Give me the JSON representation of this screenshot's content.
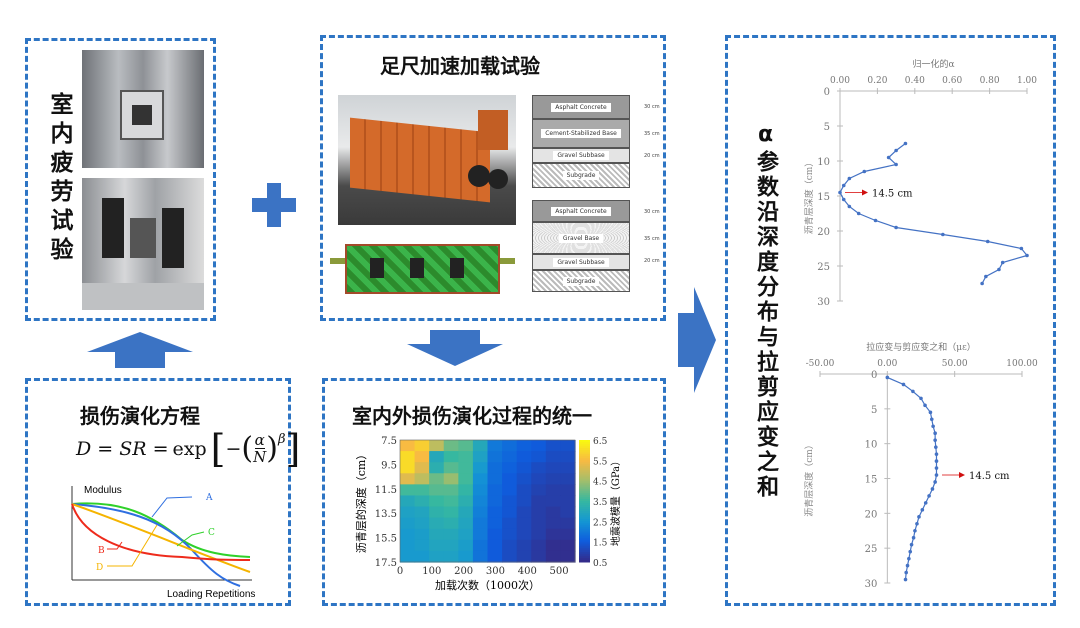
{
  "panels": {
    "fatigue": {
      "title": "室内疲劳试验"
    },
    "full_scale": {
      "title": "足尺加速加载试验",
      "structure_1": {
        "layers": [
          "Asphalt Concrete",
          "Cement-Stabilized Base",
          "Gravel Subbase",
          "Subgrade"
        ],
        "thickness": [
          "30 cm",
          "35 cm",
          "20 cm"
        ]
      },
      "structure_2": {
        "layers": [
          "Asphalt Concrete",
          "Gravel Base",
          "Gravel Subbase",
          "Subgrade"
        ],
        "thickness": [
          "30 cm",
          "35 cm",
          "20 cm"
        ]
      }
    },
    "damage_eq": {
      "title": "损伤演化方程",
      "equation": {
        "lhs": "D = SR = ",
        "exp": "exp",
        "minus": "−",
        "num": "α",
        "den": "N",
        "power": "β"
      },
      "modulus_chart": {
        "ylabel": "Modulus",
        "xlabel": "Loading Repetitions",
        "curves": [
          "A",
          "B",
          "C",
          "D"
        ],
        "colors": {
          "A": "#2f6fe0",
          "B": "#ee2b1c",
          "C": "#2fd12a",
          "D": "#f5b400"
        }
      }
    },
    "unify": {
      "title": "室内外损伤演化过程的统一"
    },
    "right": {
      "title": "α参数沿深度分布与拉剪应变之和"
    }
  },
  "chart_data": [
    {
      "type": "heatmap",
      "xlabel": "加载次数（1000次）",
      "ylabel": "沥青层的深度（cm）",
      "colorbar_label": "地震波模量（GPa）",
      "x": [
        0,
        50,
        100,
        150,
        200,
        250,
        300,
        350,
        400,
        450,
        500,
        550
      ],
      "y": [
        7.5,
        8.5,
        9.5,
        10.5,
        11.5,
        12.5,
        13.5,
        14.5,
        15.5,
        16.5,
        17.5
      ],
      "x_ticks": [
        "0",
        "100",
        "200",
        "300",
        "400",
        "500"
      ],
      "y_ticks": [
        "7.5",
        "9.5",
        "11.5",
        "13.5",
        "15.5",
        "17.5"
      ],
      "colorbar_ticks": [
        "6.5",
        "5.5",
        "4.5",
        "3.5",
        "2.5",
        "1.5",
        "0.5"
      ],
      "clim": [
        0.5,
        6.5
      ],
      "values": [
        [
          5.5,
          5.8,
          4.8,
          4.0,
          3.8,
          3.0,
          2.0,
          1.8,
          1.6,
          1.5,
          1.3,
          1.3
        ],
        [
          6.0,
          5.5,
          3.0,
          3.5,
          3.6,
          2.8,
          1.9,
          1.7,
          1.5,
          1.4,
          1.2,
          1.2
        ],
        [
          6.0,
          5.2,
          3.2,
          3.8,
          3.6,
          2.6,
          1.8,
          1.6,
          1.4,
          1.2,
          1.1,
          1.1
        ],
        [
          5.2,
          4.8,
          4.0,
          4.4,
          3.6,
          2.4,
          1.8,
          1.5,
          1.3,
          1.1,
          1.0,
          1.0
        ],
        [
          3.6,
          3.6,
          3.8,
          3.8,
          3.4,
          2.3,
          1.7,
          1.5,
          1.2,
          1.0,
          0.9,
          0.9
        ],
        [
          3.0,
          3.2,
          3.5,
          3.6,
          3.2,
          2.2,
          1.7,
          1.4,
          1.2,
          0.9,
          0.9,
          0.9
        ],
        [
          2.8,
          2.9,
          3.3,
          3.4,
          3.0,
          2.1,
          1.6,
          1.4,
          1.1,
          0.9,
          0.8,
          0.9
        ],
        [
          2.7,
          2.8,
          3.1,
          3.2,
          2.9,
          2.0,
          1.6,
          1.3,
          1.1,
          0.9,
          0.8,
          0.8
        ],
        [
          2.6,
          2.7,
          3.0,
          3.0,
          2.8,
          2.0,
          1.5,
          1.3,
          1.1,
          0.9,
          0.7,
          0.7
        ],
        [
          2.6,
          2.7,
          2.9,
          2.9,
          2.7,
          1.9,
          1.5,
          1.2,
          1.0,
          0.8,
          0.6,
          0.6
        ],
        [
          2.6,
          2.6,
          2.8,
          2.8,
          2.6,
          1.9,
          1.5,
          1.2,
          1.0,
          0.8,
          0.6,
          0.6
        ]
      ]
    },
    {
      "type": "line",
      "title": "归一化的α",
      "ylabel": "沥青层深度（cm）",
      "xlim": [
        0,
        1
      ],
      "ylim": [
        0,
        30
      ],
      "x_ticks": [
        "0.00",
        "0.20",
        "0.40",
        "0.60",
        "0.80",
        "1.00"
      ],
      "y_ticks": [
        "0",
        "5",
        "10",
        "15",
        "20",
        "25",
        "30"
      ],
      "annotation": "14.5 cm",
      "series": [
        {
          "name": "alpha",
          "color": "#4472c4",
          "x": [
            0.35,
            0.3,
            0.26,
            0.3,
            0.13,
            0.05,
            0.02,
            0.0,
            0.02,
            0.05,
            0.1,
            0.19,
            0.3,
            0.55,
            0.79,
            0.97,
            1.0,
            0.87,
            0.85,
            0.78,
            0.76
          ],
          "y": [
            7.5,
            8.5,
            9.5,
            10.5,
            11.5,
            12.5,
            13.5,
            14.5,
            15.5,
            16.5,
            17.5,
            18.5,
            19.5,
            20.5,
            21.5,
            22.5,
            23.5,
            24.5,
            25.5,
            26.5,
            27.5
          ]
        }
      ]
    },
    {
      "type": "line",
      "title": "拉应变与剪应变之和（με）",
      "ylabel": "沥青层深度（cm）",
      "xlim": [
        -50,
        100
      ],
      "ylim": [
        0,
        30
      ],
      "x_ticks": [
        "-50.00",
        "0.00",
        "50.00",
        "100.00"
      ],
      "y_ticks": [
        "0",
        "5",
        "10",
        "15",
        "20",
        "25",
        "30"
      ],
      "annotation": "14.5 cm",
      "series": [
        {
          "name": "strain",
          "color": "#4472c4",
          "x": [
            0,
            12,
            19,
            25,
            28,
            32,
            33,
            34,
            35.5,
            35.5,
            36,
            36.5,
            36.5,
            36.5,
            36.5,
            35.5,
            33.5,
            31,
            28.5,
            26,
            23.5,
            22,
            20.5,
            19.5,
            18,
            17,
            16,
            15,
            14,
            13.5
          ],
          "y": [
            0.5,
            1.5,
            2.5,
            3.5,
            4.5,
            5.5,
            6.5,
            7.5,
            8.5,
            9.5,
            10.5,
            11.5,
            12.5,
            13.5,
            14.5,
            15.5,
            16.5,
            17.5,
            18.5,
            19.5,
            20.5,
            21.5,
            22.5,
            23.5,
            24.5,
            25.5,
            26.5,
            27.5,
            28.5,
            29.5
          ]
        }
      ]
    }
  ]
}
